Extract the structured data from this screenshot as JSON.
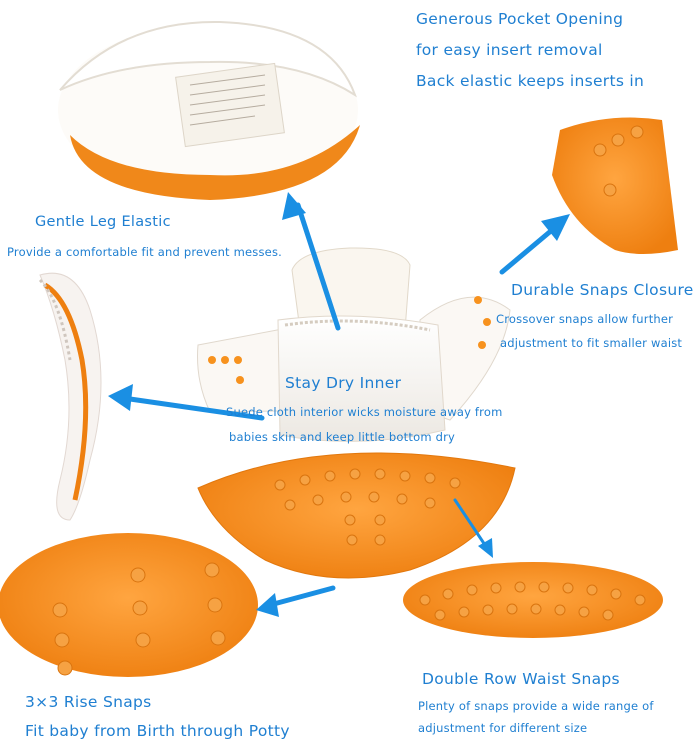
{
  "features": {
    "pocket": {
      "line1": "Generous Pocket Opening",
      "line2": "for easy insert removal",
      "line3": "Back elastic keeps inserts in"
    },
    "leg_elastic": {
      "title": "Gentle Leg Elastic",
      "desc": "Provide a comfortable fit and prevent messes."
    },
    "snaps_closure": {
      "title": "Durable Snaps Closure",
      "desc1": "Crossover snaps allow further",
      "desc2": "adjustment to fit smaller waist"
    },
    "stay_dry": {
      "title": "Stay Dry Inner",
      "desc1": "Suede cloth interior wicks moisture away from",
      "desc2": "babies skin and keep little bottom dry"
    },
    "rise_snaps": {
      "title": "3×3 Rise Snaps",
      "desc": "Fit baby from Birth through Potty"
    },
    "waist_snaps": {
      "title": "Double Row Waist Snaps",
      "desc1": "Plenty of snaps provide a wide range of",
      "desc2": "adjustment for different size"
    }
  },
  "colors": {
    "text": "#1f7fd1",
    "arrow": "#1a8fe3",
    "orange": "#f7921e",
    "inner": "#f4f1ec"
  }
}
